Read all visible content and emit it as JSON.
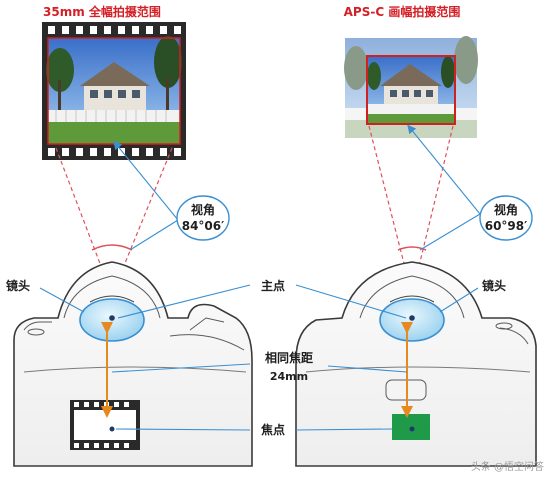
{
  "labels": {
    "left_caption": "35mm 全幅拍摄范围",
    "right_caption": "APS-C 画幅拍摄范围",
    "view_angle_word": "视角",
    "left_angle_value": "84°06′",
    "right_angle_value": "60°98′",
    "lens_left": "镜头",
    "lens_right": "镜头",
    "principal_point": "主点",
    "same_focal_length": "相同焦距",
    "focal_length_value": "24mm",
    "focal_point": "焦点"
  },
  "watermark": "头条 @悟空问答",
  "colors": {
    "caption_red": "#d41f26",
    "frame_red": "#d02020",
    "lens_blue": "#3b8fd1",
    "lens_fill": "#bfe4f6",
    "dashed_red": "#e0505a",
    "axis_orange": "#e68a1f",
    "sensor_green": "#1f9a49",
    "text_dark": "#1f1f1f"
  }
}
